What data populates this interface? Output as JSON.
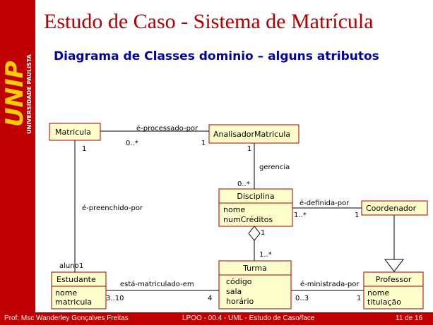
{
  "slide": {
    "title": "Estudo de Caso -  Sistema de Matrícula",
    "subtitle": "Diagrama de Classes dominio – alguns atributos"
  },
  "logo": {
    "brand": "UNIP",
    "university": "UNIVERSIDADE PAULISTA"
  },
  "footer": {
    "author": "Prof: Msc Wanderley Gonçalves Freitas",
    "course": "LPOO - 00.4 - UML - Estudo de Caso/face",
    "page": "11 de 16"
  },
  "classes": {
    "matricula": {
      "name": "Matricula",
      "attributes": []
    },
    "analisador": {
      "name": "AnalisadorMatricula",
      "attributes": []
    },
    "disciplina": {
      "name": "Disciplina",
      "attributes": [
        "nome",
        "numCréditos"
      ]
    },
    "coordenador": {
      "name": "Coordenador",
      "attributes": []
    },
    "estudante": {
      "name": "Estudante",
      "attributes": [
        "nome",
        "matricula"
      ]
    },
    "turma": {
      "name": "Turma",
      "attributes": [
        "código",
        "sala",
        "horário"
      ]
    },
    "professor": {
      "name": "Professor",
      "attributes": [
        "nome",
        "titulação"
      ]
    }
  },
  "associations": {
    "processado": {
      "label": "é-processado-por",
      "m1": "0..*",
      "m2": "1"
    },
    "gerencia": {
      "label": "gerencia",
      "m1": "1",
      "m2": "0..*"
    },
    "preenchido": {
      "label": "é-preenchido-por",
      "m1": "1",
      "m2": "1",
      "role": "aluno"
    },
    "definida": {
      "label": "é-definida-por",
      "m1": "1..*",
      "m2": "1"
    },
    "composicao": {
      "m1": "1",
      "m2": "1..*"
    },
    "matriculado": {
      "label": "está-matriculado-em",
      "m1": "3..10",
      "m2": "4"
    },
    "ministrada": {
      "label": "é-ministrada-por",
      "m1": "0..3",
      "m2": "1"
    }
  },
  "colors": {
    "brand_red": "#c00000",
    "title_red": "#b00000",
    "subtitle_blue": "#0000a0",
    "class_fill": "#ffffcc",
    "class_border": "#a00000"
  }
}
